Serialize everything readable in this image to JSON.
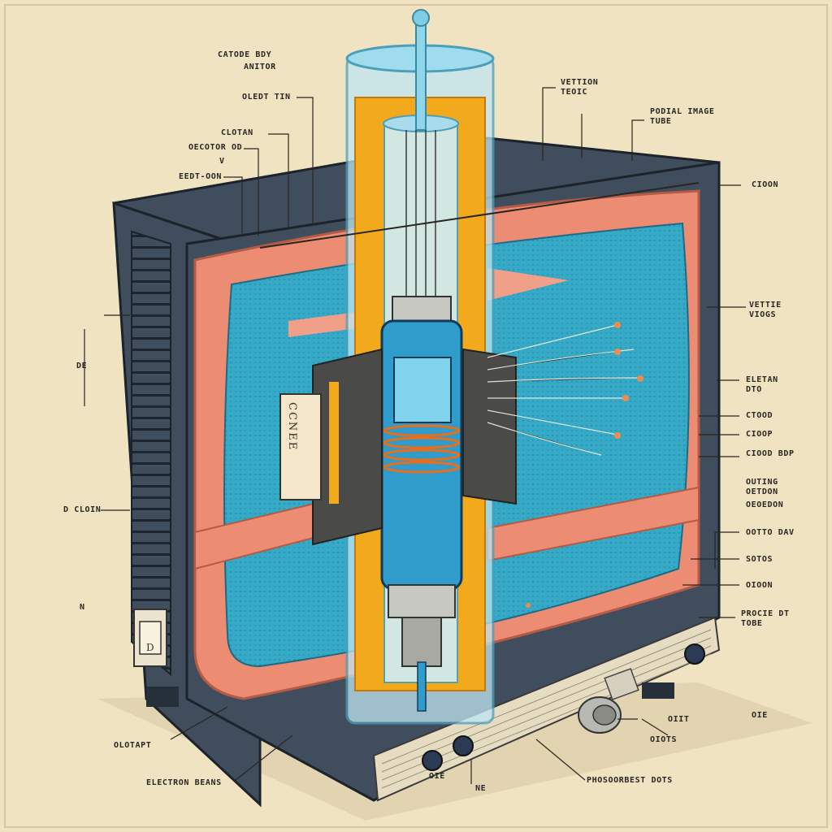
{
  "palette": {
    "paper": "#efe3c2",
    "cabinet": "#3f4d5c",
    "screen_cyan": "#36a9c6",
    "bezel_coral": "#ec8c72",
    "tube_amber": "#f2a91b",
    "glass": "#9fdcee",
    "ink": "#2a2622"
  },
  "labels": {
    "top_left_1": "CATODE BDY",
    "top_left_2": "ANITOR",
    "top_left_3": "OLEDT TIN",
    "left_1": "CLOTAN",
    "left_2": "OECOTOR OD",
    "left_3": "V",
    "left_4": "EEDT-OON",
    "left_5": "DE",
    "left_6": "D CLOIN",
    "left_7": "N",
    "top_center": "VETTION TEOIC",
    "top_right": "PODIAL IMAGE TUBE",
    "right_1": "CIOON",
    "right_2": "VETTIE VIOGS",
    "right_3": "ELETAN DTO",
    "right_4": "CTOOD",
    "right_5": "CIOOP",
    "right_6": "CIOOD BDP",
    "right_7": "OUTING OETDON",
    "right_8": "OEOEDON",
    "right_9": "OOTTO DAV",
    "right_10": "SOTOS",
    "right_11": "OIOON",
    "right_12": "PROCIE DT TOBE",
    "bottom_left": "OLOTAPT",
    "bottom_1": "ELECTRON BEANS",
    "bottom_2": "OIE",
    "bottom_3": "NE",
    "bottom_4": "PHOSOORBEST DOTS",
    "bottom_5": "OIOTS",
    "bottom_6": "OIIT",
    "bottom_7": "OIE",
    "panel_text": "CCNEE",
    "switch_text": "D"
  }
}
